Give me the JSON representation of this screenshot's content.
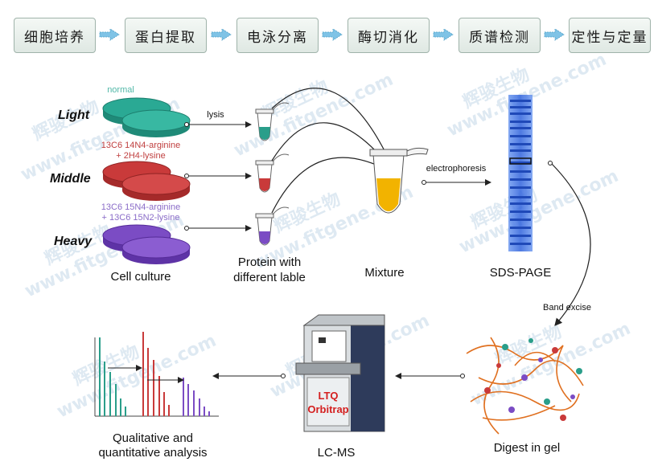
{
  "header_steps": [
    "细胞培养",
    "蛋白提取",
    "电泳分离",
    "酶切消化",
    "质谱检测",
    "定性与定量"
  ],
  "labels": {
    "normal": "normal",
    "light": "Light",
    "middle": "Middle",
    "heavy": "Heavy",
    "middle_reagents": [
      "13C6 14N4-arginine",
      "+ 2H4-lysine"
    ],
    "heavy_reagents": [
      "13C6 15N4-arginine",
      "+ 13C6 15N2-lysine"
    ],
    "cell_culture": "Cell culture",
    "lysis": "lysis",
    "protein": [
      "Protein with",
      "different lable"
    ],
    "mixture": "Mixture",
    "electrophoresis": "electrophoresis",
    "sds_page": "SDS-PAGE",
    "band_excise": "Band excise",
    "digest": "Digest in gel",
    "lcms": "LC-MS",
    "ltq": "LTQ",
    "orbitrap": "Orbitrap",
    "analysis": [
      "Qualitative and",
      "quantitative analysis"
    ]
  },
  "watermark": {
    "cn": "辉骏生物",
    "url": "www.fitgene.com"
  },
  "colors": {
    "light": "#2a9e8a",
    "middle": "#c93a3a",
    "heavy": "#7b4cc4",
    "mixture": "#f2b300",
    "gel": "#3a6fe0",
    "reagent_middle": "#c04040",
    "reagent_heavy": "#8a6cc8",
    "normal_text": "#52b8a8"
  }
}
